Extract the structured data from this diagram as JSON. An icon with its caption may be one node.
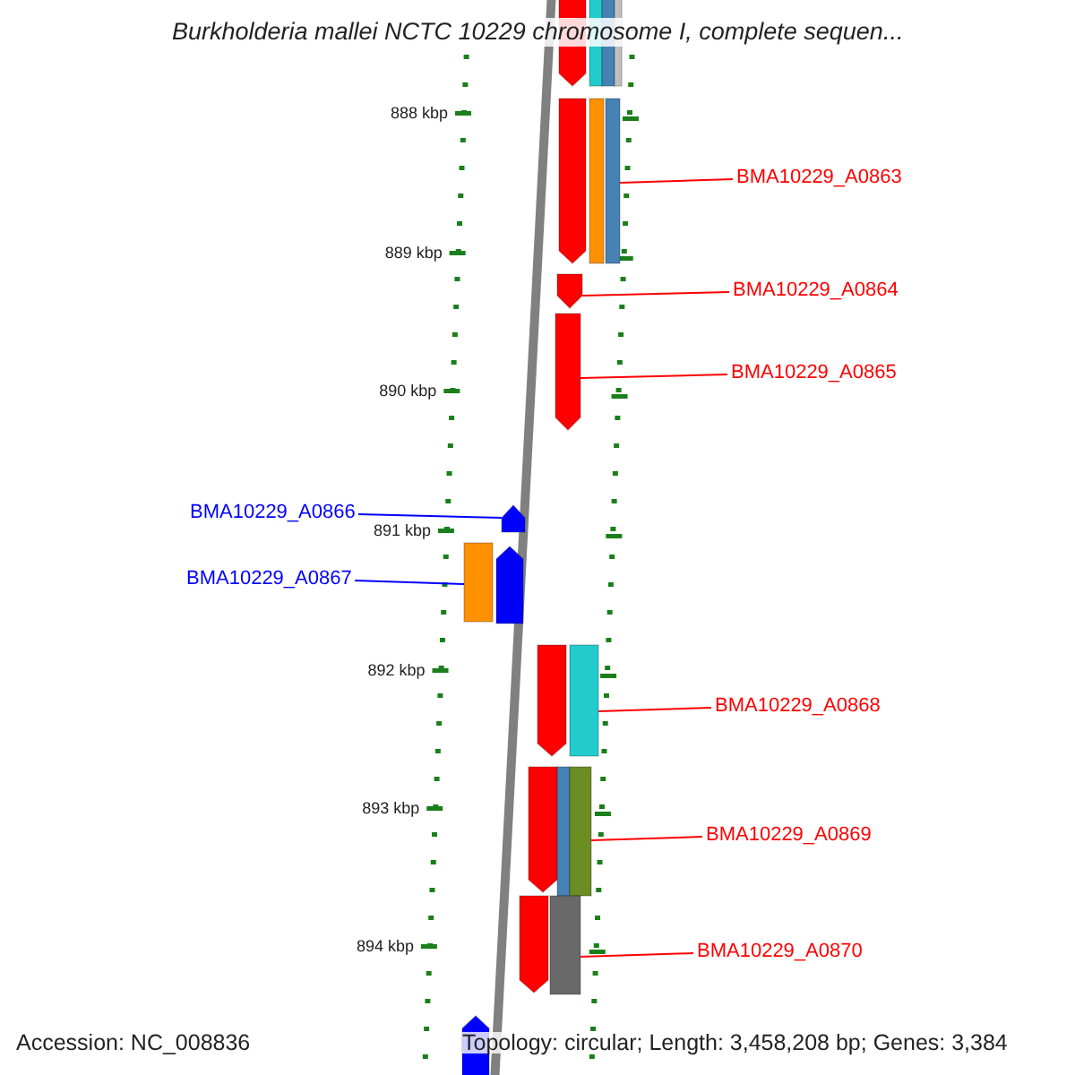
{
  "diagram": {
    "title": "Burkholderia mallei NCTC 10229 chromosome I, complete sequen...",
    "nodes": [
      {
        "text": [
          "BMA10229_A0863"
        ]
      },
      {
        "text": [
          "BMA10229_A0864"
        ]
      },
      {
        "text": [
          "BMA10229_A0865"
        ]
      },
      {
        "text": [
          "BMA10229_A0866"
        ]
      },
      {
        "text": [
          "BMA10229_A0867"
        ]
      },
      {
        "text": [
          "BMA10229_A0868"
        ]
      },
      {
        "text": [
          "BMA10229_A0869"
        ]
      },
      {
        "text": [
          "BMA10229_A0870"
        ]
      },
      {
        "text": [],
        "shape": "bar"
      },
      {
        "text": [],
        "shape": "bar"
      },
      {
        "text": [],
        "shape": "bar"
      },
      {
        "text": [],
        "shape": "bar"
      },
      {
        "text": [],
        "shape": "bar"
      },
      {
        "text": [],
        "shape": "bar"
      },
      {
        "text": [],
        "shape": "bar"
      },
      {
        "text": [],
        "shape": "bar"
      },
      {
        "text": [],
        "shape": "bar"
      },
      {
        "text": [],
        "shape": "bar"
      },
      {
        "text": [],
        "shape": "bar"
      },
      {
        "text": [],
        "shape": "bar"
      },
      {
        "text": [],
        "shape": "bar"
      },
      {
        "text": [],
        "shape": "bar"
      },
      {
        "text": [],
        "shape": "bar"
      },
      {
        "text": [],
        "shape": "bar"
      },
      {
        "text": [],
        "shape": "bar"
      },
      {
        "text": [],
        "shape": "bar"
      },
      {
        "text": [],
        "shape": "bar"
      },
      {
        "text": [],
        "shape": "bar"
      }
    ],
    "edges": [
      {
        "from": 0,
        "to": 14,
        "arrow": "none"
      },
      {
        "from": 1,
        "to": 15,
        "arrow": "none"
      },
      {
        "from": 2,
        "to": 16,
        "arrow": "none"
      },
      {
        "from": 3,
        "to": 17,
        "arrow": "none",
        "color": "#0000ff"
      },
      {
        "from": 4,
        "to": 18,
        "arrow": "none",
        "color": "#0000ff"
      },
      {
        "from": 5,
        "to": 21,
        "arrow": "none"
      },
      {
        "from": 6,
        "to": 24,
        "arrow": "none"
      },
      {
        "from": 7,
        "to": 26,
        "arrow": "none"
      }
    ],
    "labels": [
      "888 kbp",
      "889 kbp",
      "890 kbp",
      "891 kbp",
      "892 kbp",
      "893 kbp",
      "894 kbp",
      "Accession: NC_008836",
      "Topology: circular; Length: 3,458,208 bp; Genes: 3,384"
    ]
  }
}
